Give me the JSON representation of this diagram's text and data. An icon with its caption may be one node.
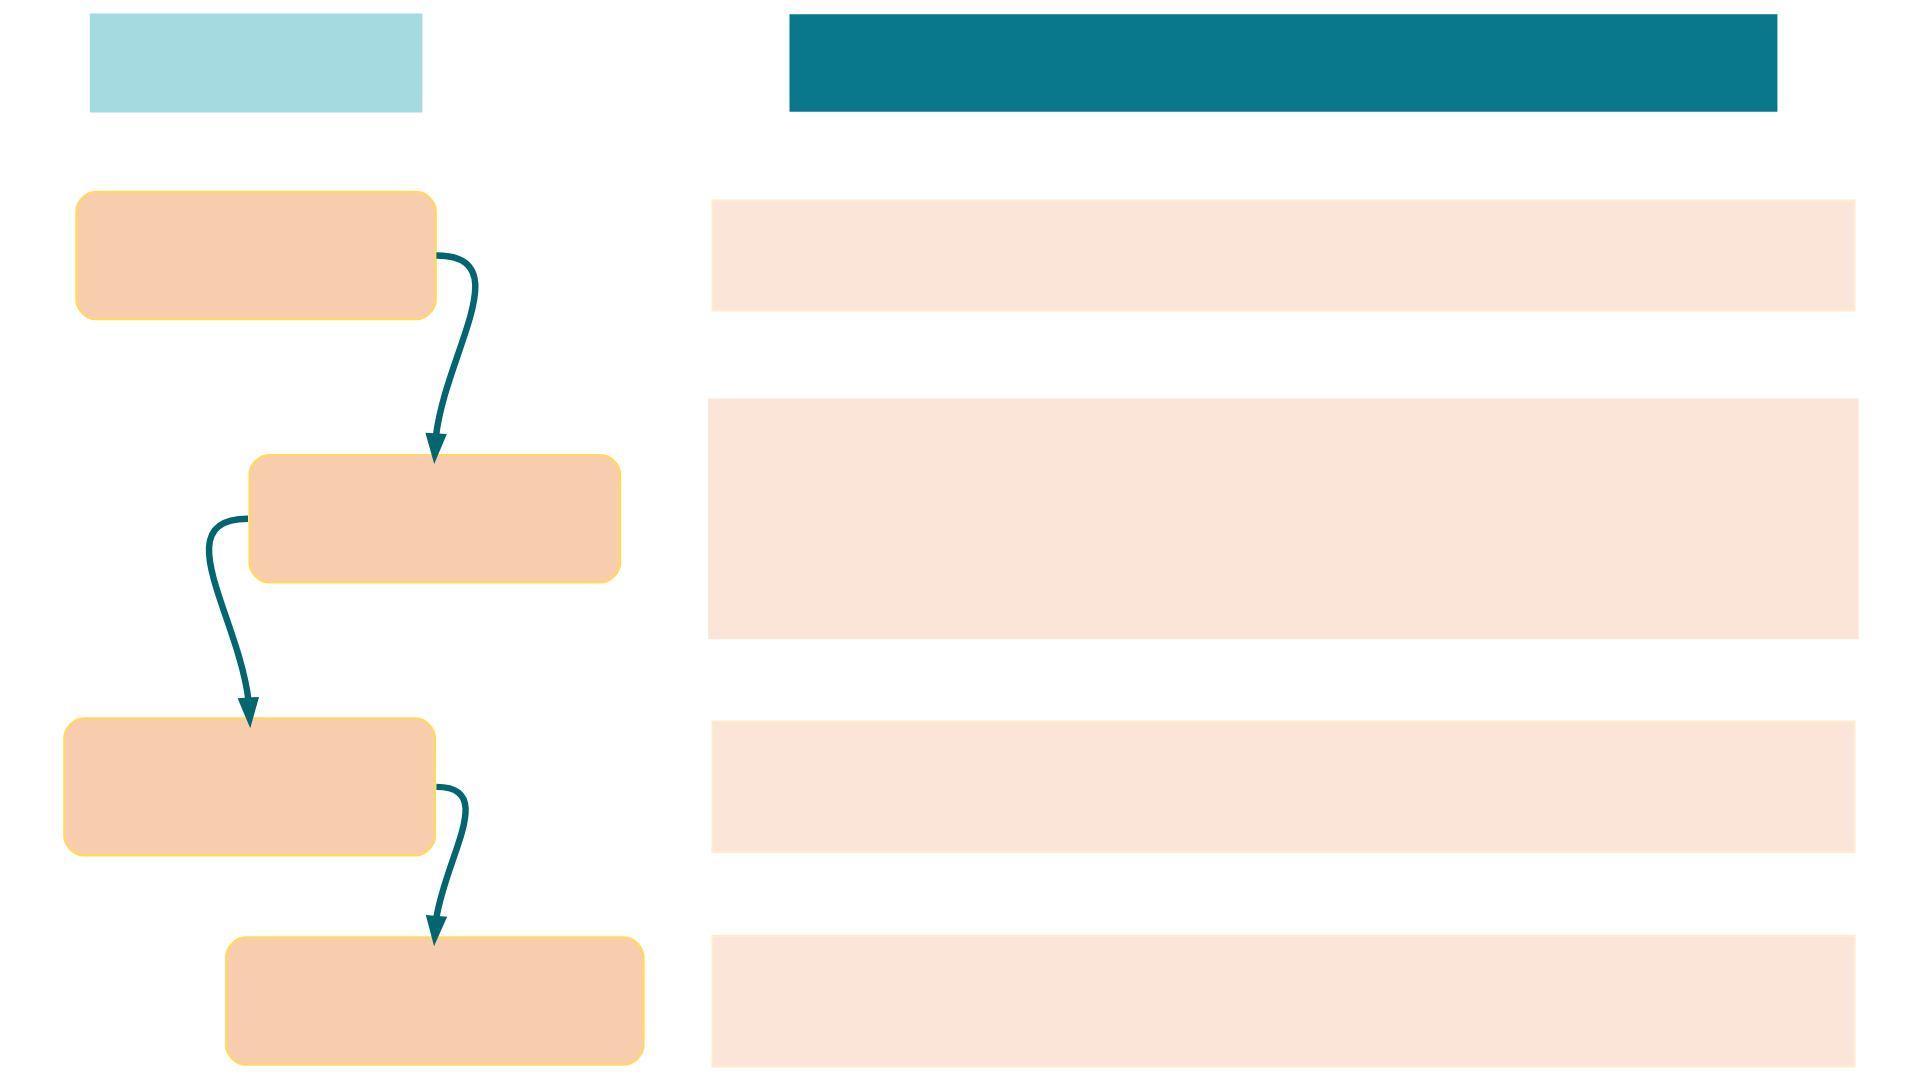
{
  "diagram": {
    "nodes": [
      {
        "text": [],
        "shape": "box"
      },
      {
        "text": [],
        "shape": "box"
      },
      {
        "text": [],
        "shape": "box"
      },
      {
        "text": [],
        "shape": "box"
      },
      {
        "text": [],
        "shape": "box"
      },
      {
        "text": [],
        "shape": "box"
      },
      {
        "text": [],
        "shape": "box"
      },
      {
        "text": [],
        "shape": "box"
      },
      {
        "text": [],
        "shape": "box"
      },
      {
        "text": [],
        "shape": "box"
      }
    ],
    "edges": [
      {
        "from": 2,
        "to": 3,
        "arrow": "to"
      },
      {
        "from": 3,
        "to": 4,
        "arrow": "to"
      },
      {
        "from": 4,
        "to": 5,
        "arrow": "to"
      }
    ]
  }
}
